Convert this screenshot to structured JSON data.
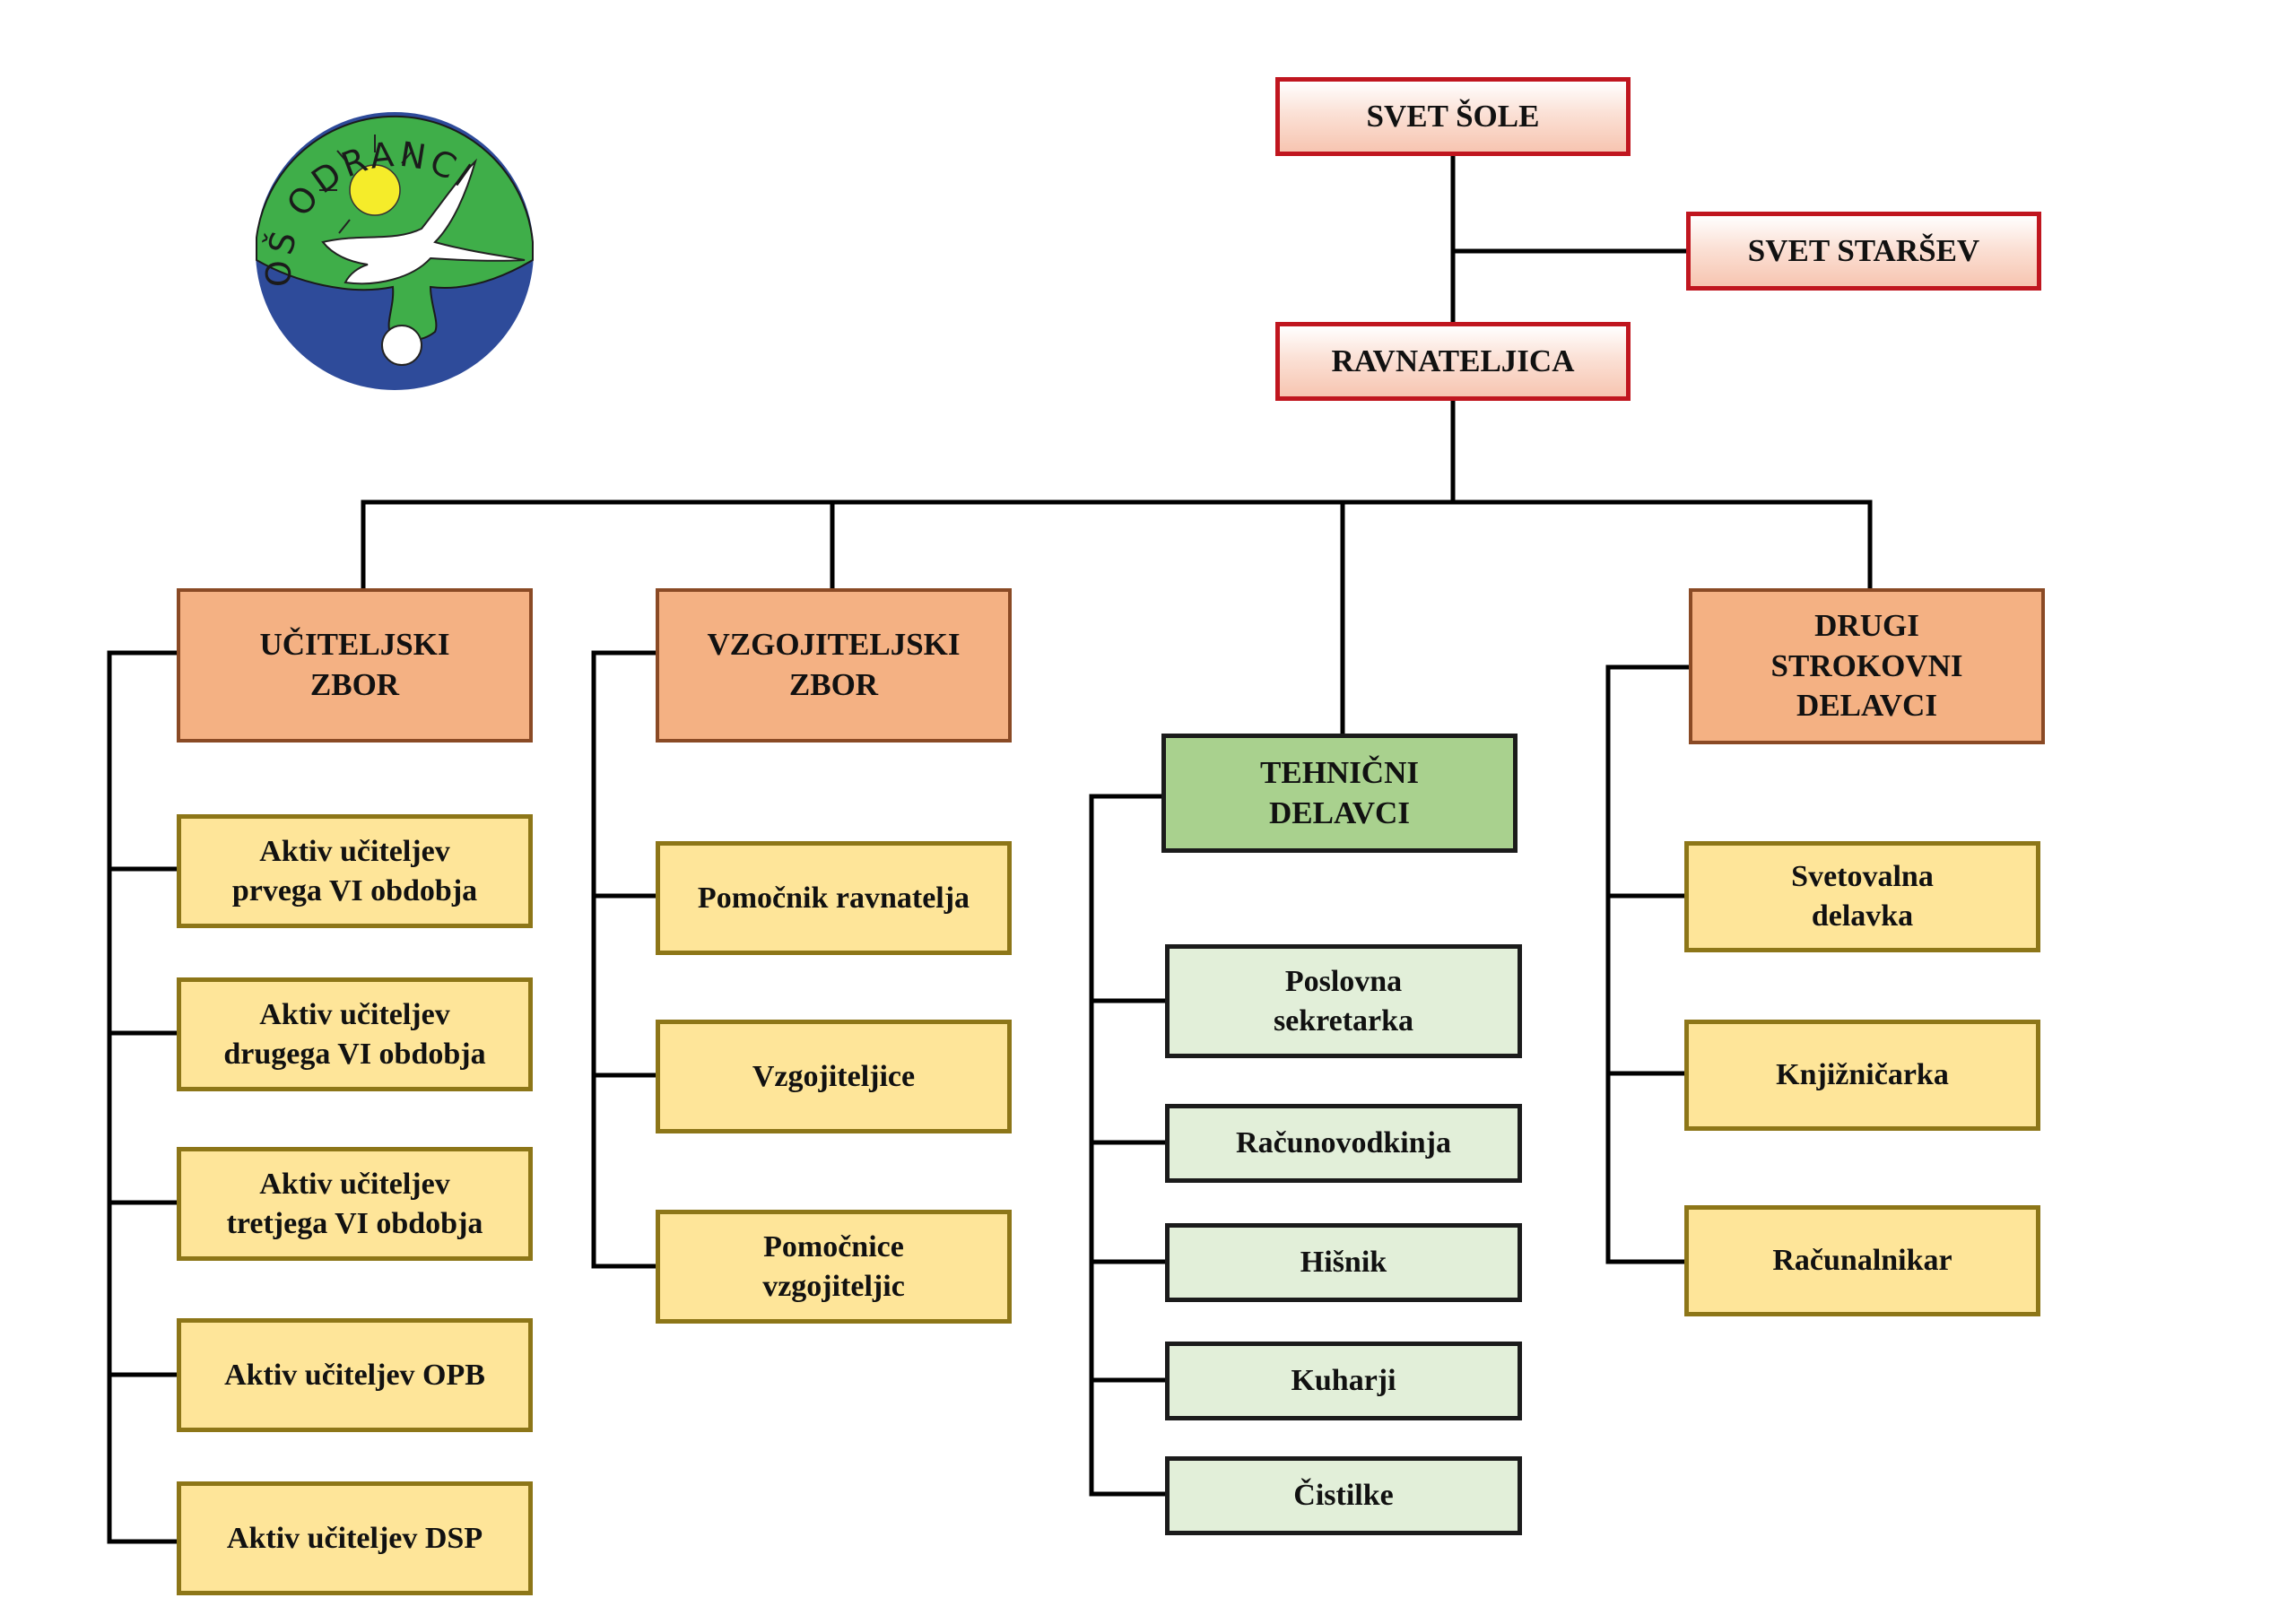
{
  "org": {
    "top": [
      {
        "id": "svet-sole",
        "label": "SVET ŠOLE"
      },
      {
        "id": "svet-starsev",
        "label": "SVET STARŠEV"
      },
      {
        "id": "ravnateljica",
        "label": "RAVNATELJICA"
      }
    ],
    "units": [
      {
        "id": "uciteljski-zbor",
        "label": "UČITELJSKI\nZBOR",
        "children": [
          "Aktiv učiteljev\nprvega VI obdobja",
          "Aktiv učiteljev\ndrugega VI obdobja",
          "Aktiv učiteljev\ntretjega VI obdobja",
          "Aktiv učiteljev OPB",
          "Aktiv učiteljev DSP"
        ]
      },
      {
        "id": "vzgojiteljski-zbor",
        "label": "VZGOJITELJSKI\nZBOR",
        "children": [
          "Pomočnik ravnatelja",
          "Vzgojiteljice",
          "Pomočnice\nvzgojiteljic"
        ]
      },
      {
        "id": "tehnicni-delavci",
        "label": "TEHNIČNI\nDELAVCI",
        "children": [
          "Poslovna\nsekretarka",
          "Računovodkinja",
          "Hišnik",
          "Kuharji",
          "Čistilke"
        ]
      },
      {
        "id": "drugi-strokovni-delavci",
        "label": "DRUGI\nSTROKOVNI\nDELAVCI",
        "children": [
          "Svetovalna\ndelavka",
          "Knjižničarka",
          "Računalnikar"
        ]
      }
    ]
  },
  "logo": {
    "text": "OŠ ODRANCI",
    "colors": {
      "ring": "#2e4b9a",
      "field": "#3fae49",
      "sun": "#f5ec2a",
      "bird": "#ffffff"
    }
  },
  "colors": {
    "top_border": "#c0161f",
    "main_fill": "#f4b183",
    "tech_fill": "#a9d18e",
    "yellow_fill": "#fee599",
    "light_green_fill": "#e2efd9",
    "line": "#000000"
  }
}
